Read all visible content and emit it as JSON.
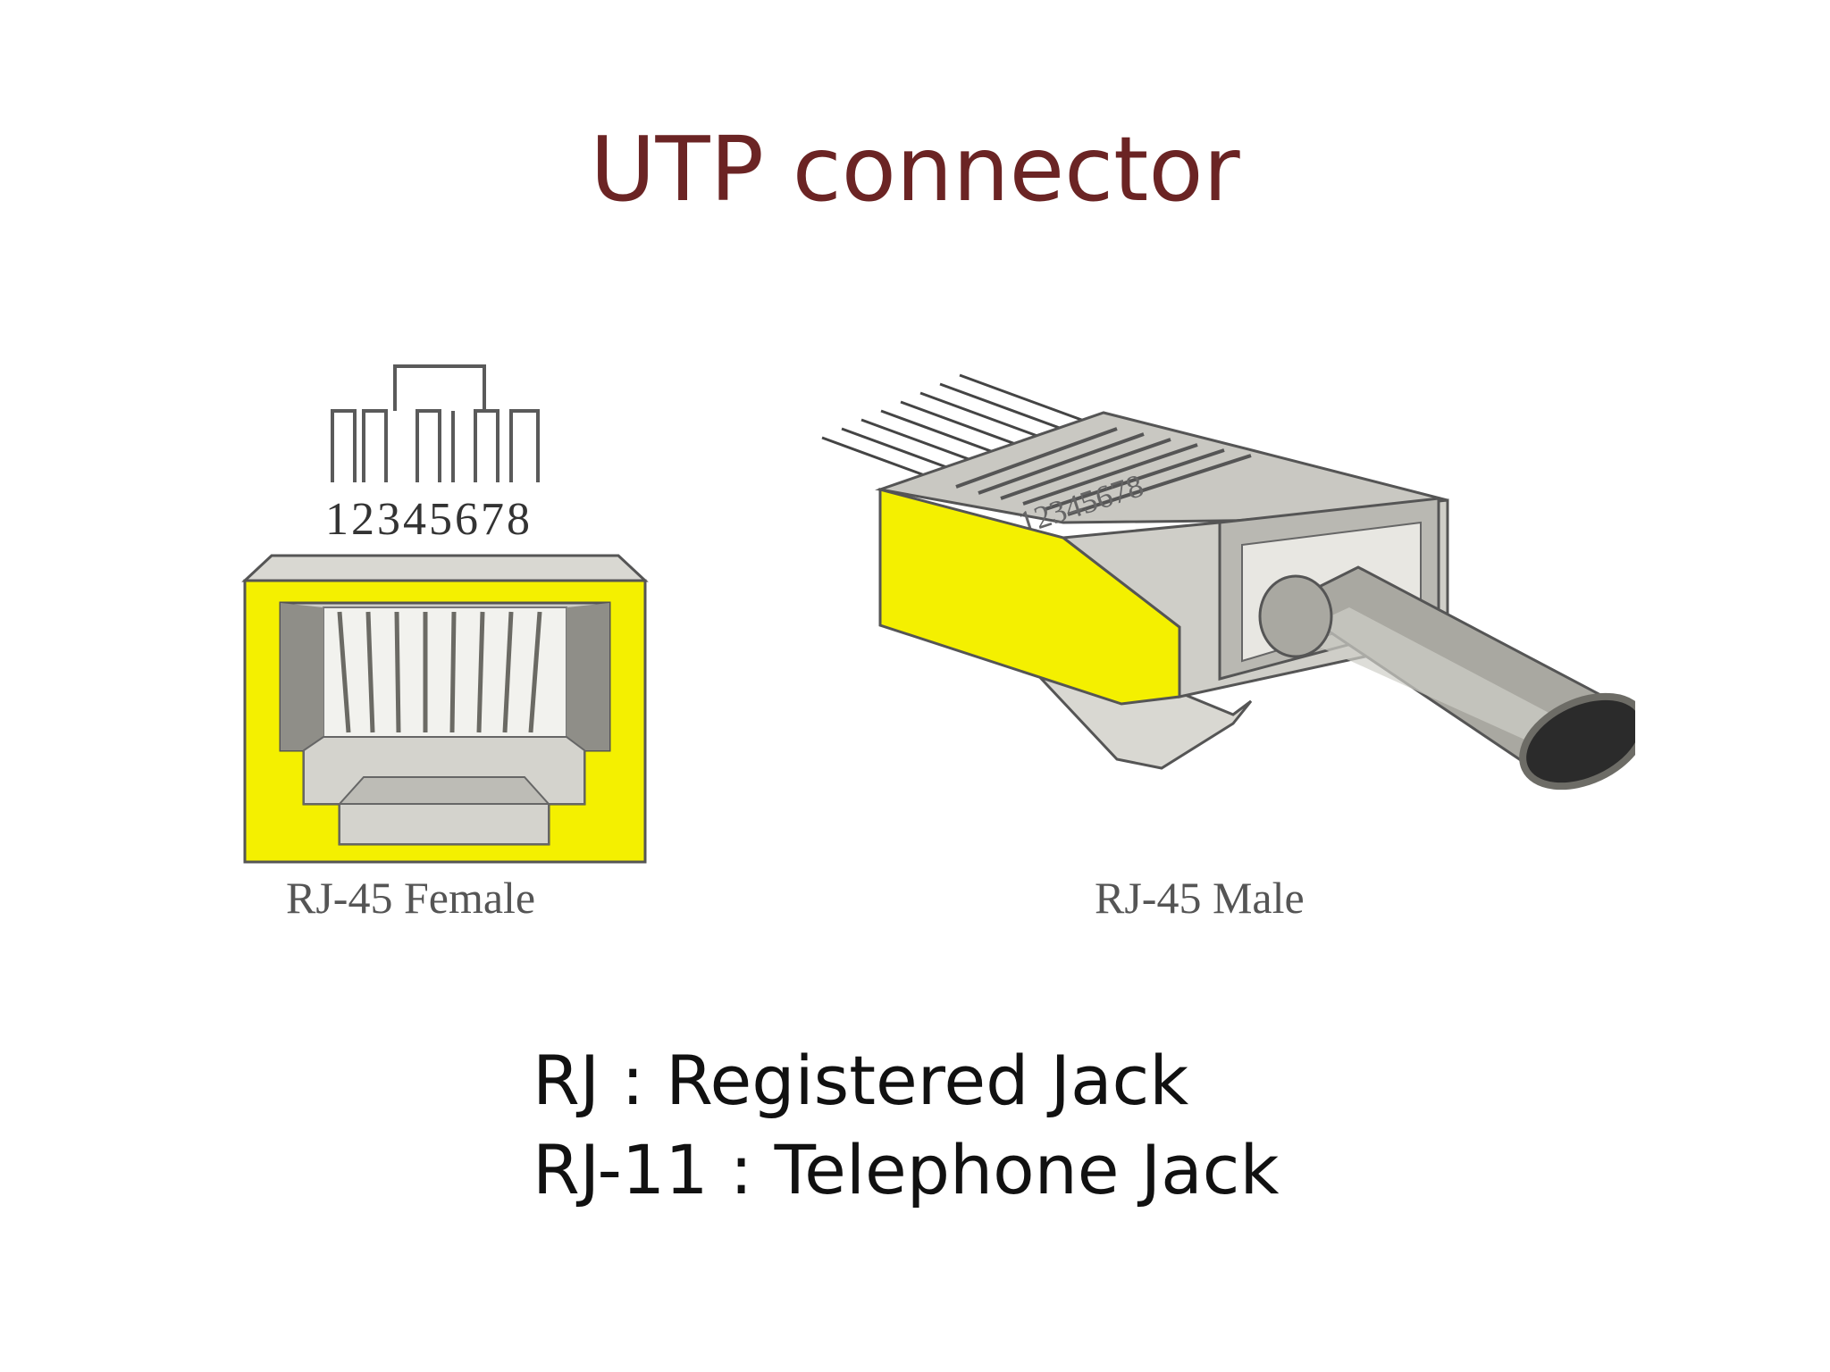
{
  "slide": {
    "title": "UTP connector"
  },
  "figure": {
    "female": {
      "pin_numbers": "12345678",
      "caption": "RJ-45 Female"
    },
    "male": {
      "pin_numbers": "12345678",
      "caption": "RJ-45 Male"
    }
  },
  "definitions": [
    {
      "text": "RJ : Registered Jack"
    },
    {
      "text": "RJ-11 : Telephone Jack"
    }
  ],
  "colors": {
    "title": "#6b2424",
    "yellow": "#f4f000",
    "light_gray": "#d9d8d2",
    "mid_gray": "#a9a8a1",
    "dark_gray": "#6d6c66",
    "outline": "#555555",
    "text": "#111111",
    "caption": "#555555"
  }
}
